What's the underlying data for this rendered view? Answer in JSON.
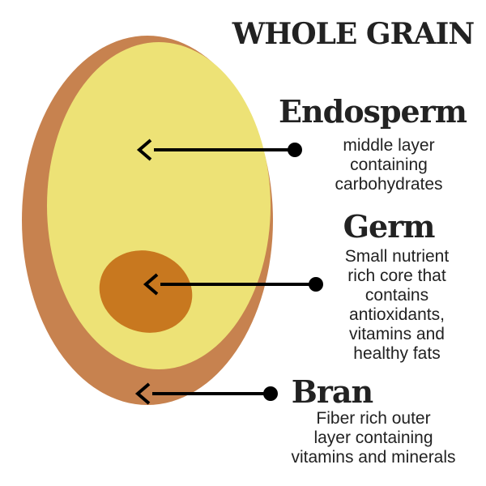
{
  "title": "WHOLE GRAIN",
  "colors": {
    "bran": "#c7824f",
    "endosperm": "#ede276",
    "germ": "#c8781f",
    "arrow": "#000000",
    "text": "#222222"
  },
  "parts": [
    {
      "name": "Endosperm",
      "description": "middle layer\ncontaining\ncarbohydrates"
    },
    {
      "name": "Germ",
      "description": "Small nutrient\nrich core that\ncontains\nantioxidants,\nvitamins and\nhealthy fats"
    },
    {
      "name": "Bran",
      "description": "Fiber rich outer\nlayer containing\nvitamins and minerals"
    }
  ]
}
